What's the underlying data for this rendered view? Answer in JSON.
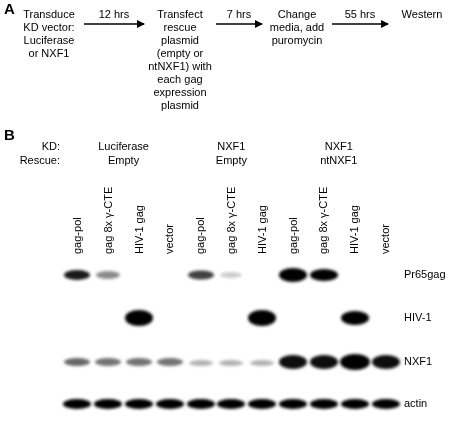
{
  "diagram": {
    "nodes": [
      {
        "text": [
          "Transduce KD vector: Luciferase or NXF1"
        ]
      },
      {
        "text": [
          "Transfect rescue plasmid (empty or ntNXF1) with each gag expression plasmid"
        ]
      },
      {
        "text": [
          "Change media, add puromycin"
        ]
      },
      {
        "text": [
          "Western"
        ]
      }
    ],
    "edges": [
      {
        "from": 0,
        "to": 1,
        "arrow": "to",
        "label": "12 hrs"
      },
      {
        "from": 1,
        "to": 2,
        "arrow": "to",
        "label": "7 hrs"
      },
      {
        "from": 2,
        "to": 3,
        "arrow": "to",
        "label": "55 hrs"
      }
    ],
    "labels": [
      "A",
      "B",
      "KD:",
      "Rescue:",
      "Luciferase",
      "Empty",
      "NXF1",
      "Empty",
      "NXF1",
      "ntNXF1",
      "gag-pol",
      "gag 8x γ-CTE",
      "HIV-1 gag",
      "vector",
      "gag-pol",
      "gag 8x γ-CTE",
      "HIV-1 gag",
      "gag-pol",
      "gag 8x γ-CTE",
      "HIV-1 gag",
      "vector",
      "Pr65gag",
      "HIV-1",
      "NXF1",
      "actin"
    ]
  }
}
